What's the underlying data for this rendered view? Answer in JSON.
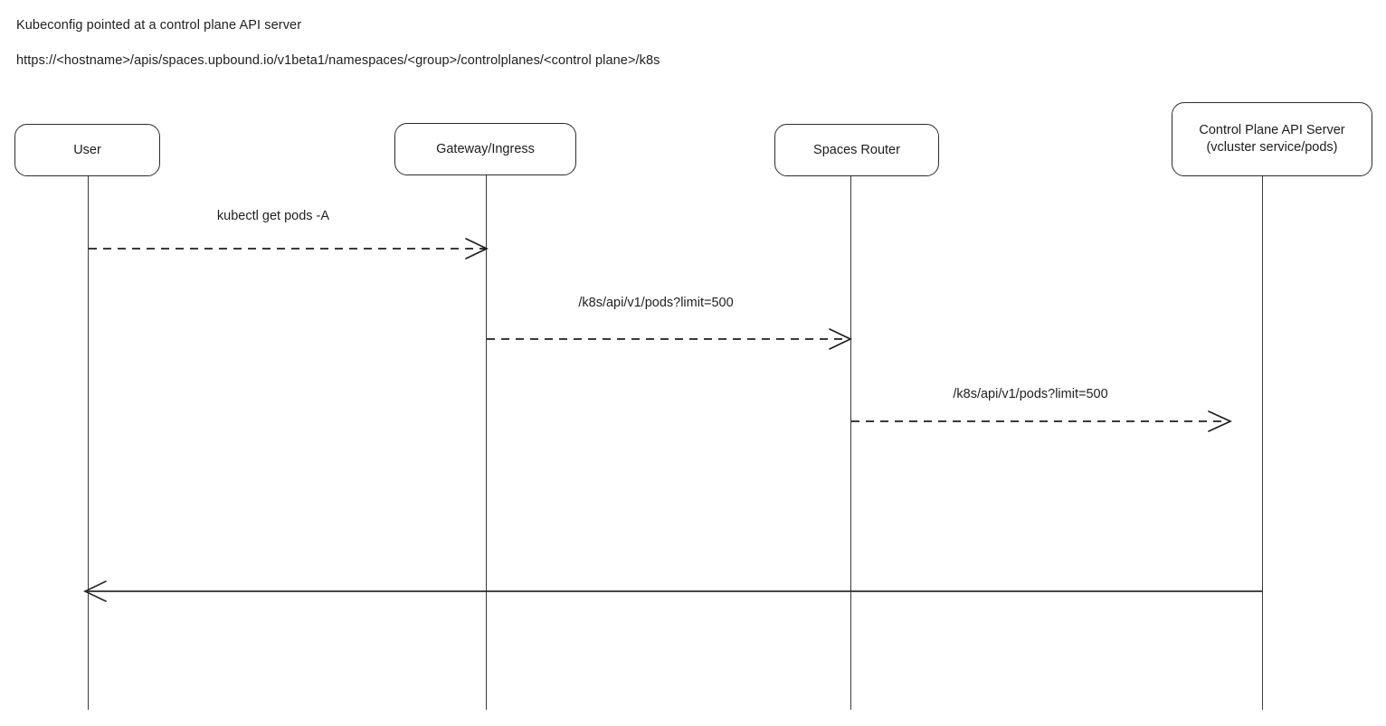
{
  "diagram": {
    "type": "sequence-diagram",
    "background_color": "#ffffff",
    "line_color": "#2b2b2b",
    "text_color": "#1f1f1f"
  },
  "notes": {
    "title": "Kubeconfig pointed at a control plane API server",
    "url": "https://<hostname>/apis/spaces.upbound.io/v1beta1/namespaces/<group>/controlplanes/<control plane>/k8s"
  },
  "participants": [
    {
      "id": "user",
      "label": "User"
    },
    {
      "id": "gateway",
      "label": "Gateway/Ingress"
    },
    {
      "id": "router",
      "label": "Spaces Router"
    },
    {
      "id": "controlplane",
      "label": "Control Plane API Server\n(vcluster service/pods)"
    }
  ],
  "messages": [
    {
      "id": "msg-1",
      "label": "kubectl get pods -A",
      "from": "user",
      "to": "gateway",
      "style": "dashed",
      "direction": "right",
      "arrowhead": "open"
    },
    {
      "id": "msg-2",
      "label": "/k8s/api/v1/pods?limit=500",
      "from": "gateway",
      "to": "router",
      "style": "dashed",
      "direction": "right",
      "arrowhead": "open"
    },
    {
      "id": "msg-3",
      "label": "/k8s/api/v1/pods?limit=500",
      "from": "router",
      "to": "controlplane",
      "style": "dashed",
      "direction": "right",
      "arrowhead": "open"
    },
    {
      "id": "msg-4",
      "label": "",
      "from": "controlplane",
      "to": "user",
      "style": "solid",
      "direction": "left",
      "arrowhead": "open"
    }
  ]
}
